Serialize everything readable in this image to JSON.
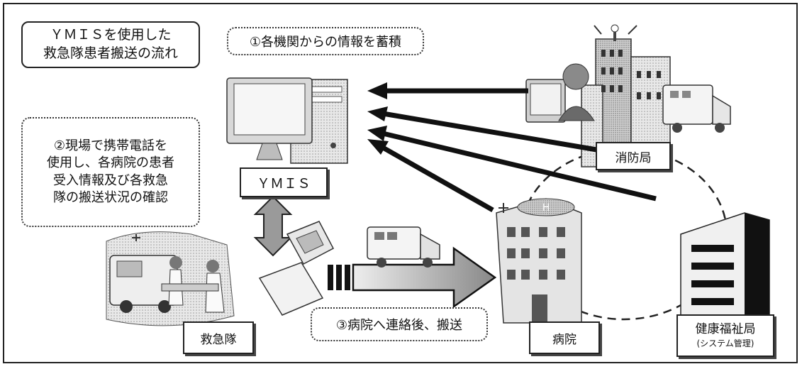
{
  "title_box": {
    "line1": "ＹＭＩＳを使用した",
    "line2": "救急隊患者搬送の流れ"
  },
  "steps": {
    "step1": "①各機関からの情報を蓄積",
    "step2": [
      "②現場で携帯電話を",
      "使用し、各病院の患者",
      "受入情報及び各救急",
      "隊の搬送状況の確認"
    ],
    "step3": "③病院へ連絡後、搬送"
  },
  "nodes": {
    "ymis": "ＹＭＩＳ",
    "fire": "消防局",
    "hospital": "病院",
    "ambulance_team": "救急隊",
    "health": "健康福祉局",
    "health_sub": "(システム管理)"
  },
  "icons": {
    "computer": "computer-icon",
    "fire_building": "fire-department-building-icon",
    "operator": "operator-icon",
    "hospital": "hospital-building-icon",
    "office": "office-building-icon",
    "phone": "mobile-phone-icon",
    "ambulance": "ambulance-icon",
    "scene": "rescue-scene-icon"
  },
  "colors": {
    "ink": "#222222",
    "gray": "#9a9a9a",
    "light": "#dcdcdc"
  }
}
